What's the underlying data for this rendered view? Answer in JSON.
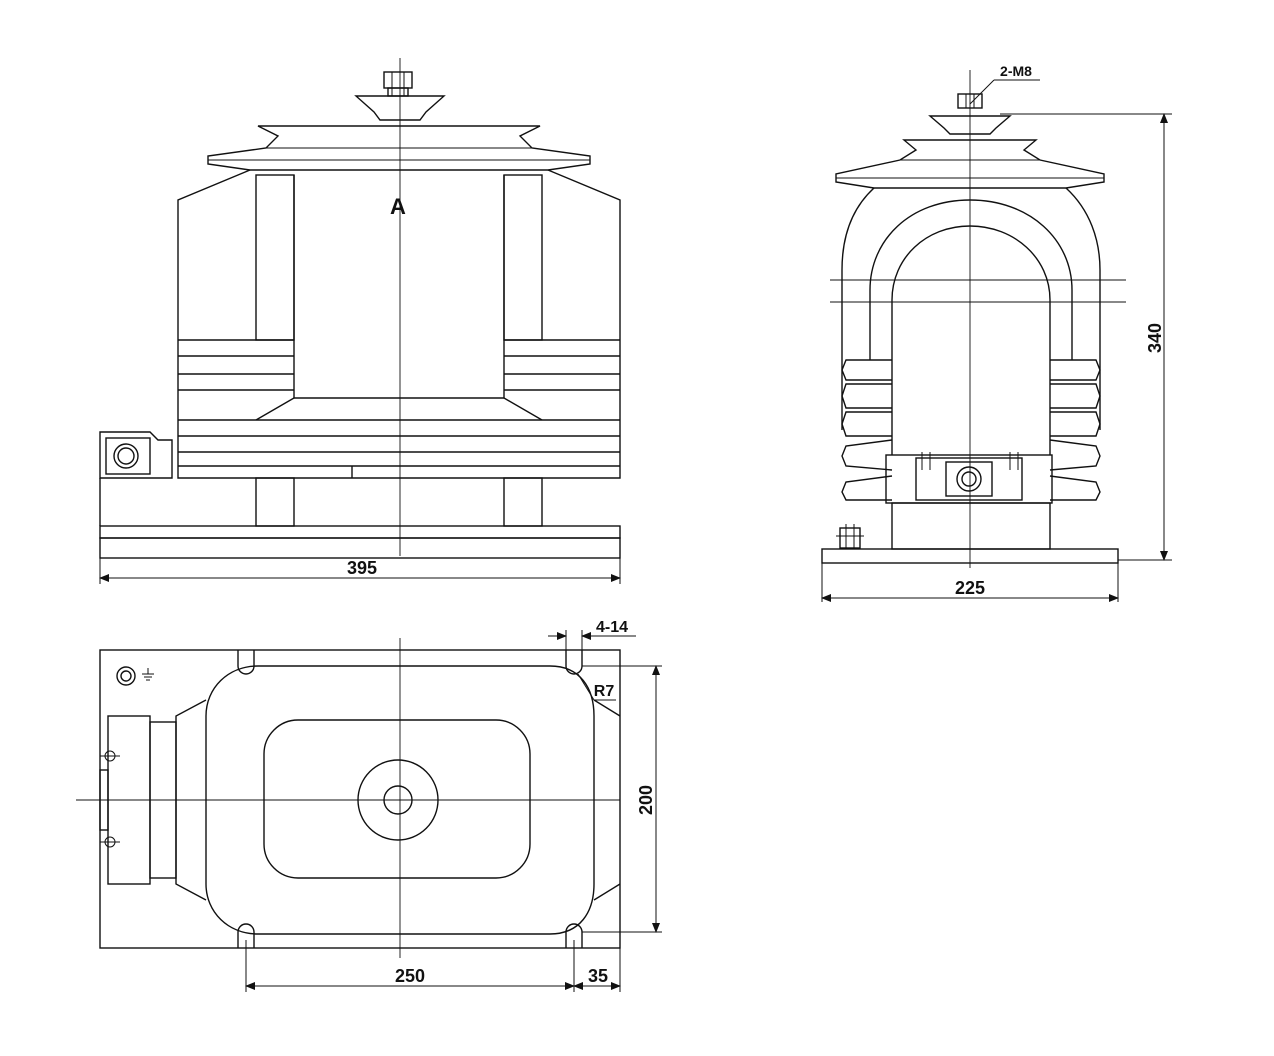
{
  "front_view": {
    "section_label": "A",
    "width_dim": "395"
  },
  "side_view": {
    "bolt_label": "2-M8",
    "height_dim": "340",
    "width_dim": "225"
  },
  "plan_view": {
    "holes_label": "4-14",
    "radius_label": "R7",
    "depth_dim": "200",
    "hole_spacing_dim": "250",
    "edge_offset_dim": "35"
  },
  "icons": [
    "ground-symbol-icon",
    "terminal-bolt-icon"
  ]
}
